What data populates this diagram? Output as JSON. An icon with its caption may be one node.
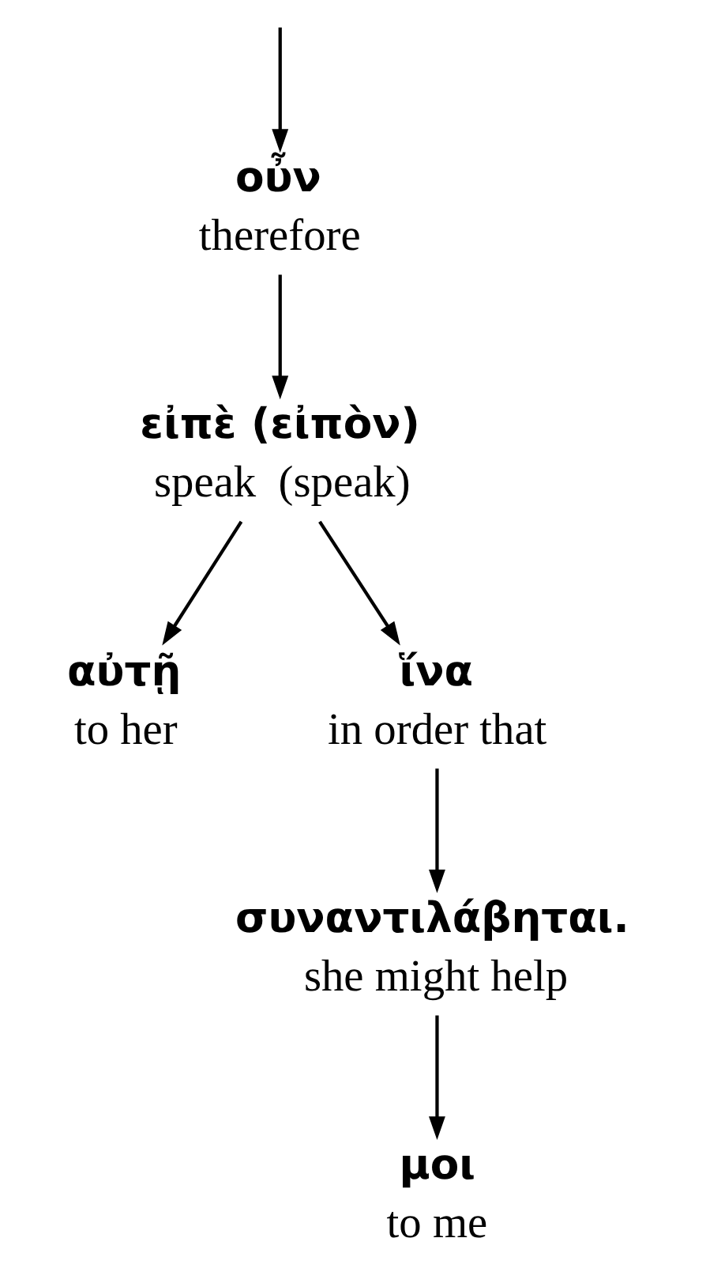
{
  "diagram": {
    "nodes": [
      {
        "text": [
          "οὖν",
          "therefore"
        ]
      },
      {
        "text": [
          "εἰπὲ (εἰπὸν)",
          "speak  (speak)"
        ]
      },
      {
        "text": [
          "αὐτῇ",
          "to her"
        ]
      },
      {
        "text": [
          "ἵνα",
          "in order that"
        ]
      },
      {
        "text": [
          "συναντιλάβηται.",
          "she might help"
        ]
      },
      {
        "text": [
          "μοι",
          "to me"
        ]
      }
    ],
    "edges": [
      {
        "from": null,
        "to": 0,
        "arrow": "to"
      },
      {
        "from": 0,
        "to": 1,
        "arrow": "to"
      },
      {
        "from": 1,
        "to": 3,
        "arrow": "to"
      },
      {
        "from": 1,
        "to": 2,
        "arrow": "to"
      },
      {
        "from": 3,
        "to": 4,
        "arrow": "to"
      },
      {
        "from": 4,
        "to": 5,
        "arrow": "to"
      }
    ]
  }
}
